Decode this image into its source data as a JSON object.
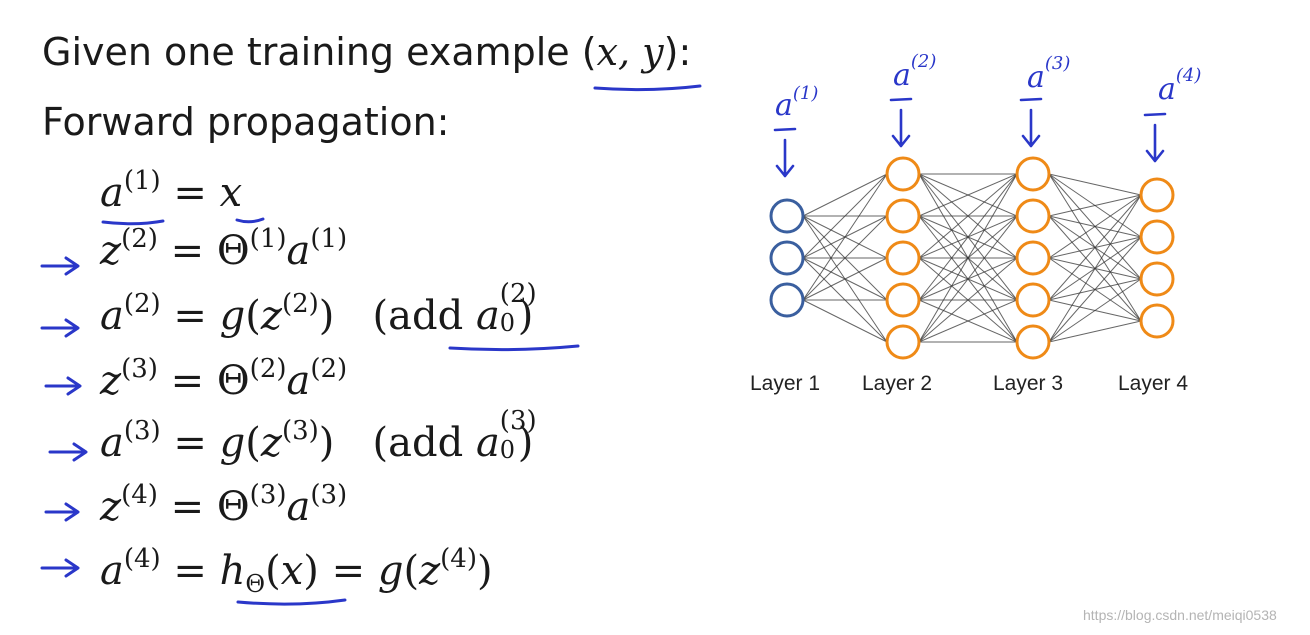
{
  "header": {
    "line1_prefix": "Given one training example (",
    "line1_xy": "x, y",
    "line1_suffix": "):",
    "line2": "Forward propagation:"
  },
  "equations": [
    "a(1) = x",
    "z(2) = Θ(1)a(1)",
    "a(2) = g(z(2))  (add a0(2))",
    "z(3) = Θ(2)a(2)",
    "a(3) = g(z(3))  (add a0(3))",
    "z(4) = Θ(3)a(3)",
    "a(4) = hΘ(x) = g(z(4))"
  ],
  "network": {
    "layers": [
      {
        "label": "Layer 1",
        "units": 3,
        "annotation": "a",
        "annotation_sup": "(1)"
      },
      {
        "label": "Layer 2",
        "units": 5,
        "annotation": "a",
        "annotation_sup": "(2)"
      },
      {
        "label": "Layer 3",
        "units": 5,
        "annotation": "a",
        "annotation_sup": "(3)"
      },
      {
        "label": "Layer 4",
        "units": 4,
        "annotation": "a",
        "annotation_sup": "(4)"
      }
    ],
    "input_color": "#3a5f9f",
    "hidden_color": "#ef8a17",
    "edge_color": "#333333",
    "ink_color": "#2a37c9"
  },
  "watermark": "https://blog.csdn.net/meiqi0538"
}
